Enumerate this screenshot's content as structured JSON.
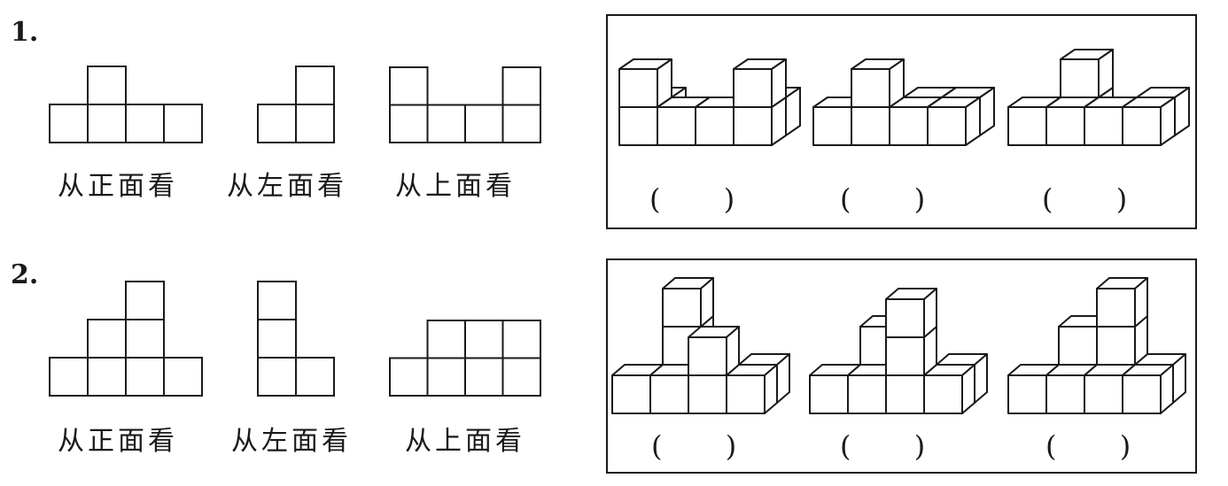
{
  "problems": [
    {
      "number": "1.",
      "captions": [
        "从正面看",
        "从左面看",
        "从上面看"
      ],
      "answer_blank": "(       )",
      "views": {
        "front": [
          [
            0,
            0
          ],
          [
            1,
            0
          ],
          [
            2,
            0
          ],
          [
            3,
            0
          ],
          [
            1,
            1
          ]
        ],
        "left": [
          [
            0,
            0
          ],
          [
            1,
            0
          ],
          [
            1,
            1
          ]
        ],
        "top": [
          [
            0,
            0
          ],
          [
            1,
            0
          ],
          [
            2,
            0
          ],
          [
            3,
            0
          ],
          [
            0,
            1
          ],
          [
            3,
            1
          ]
        ]
      },
      "options": [
        [
          [
            0,
            0,
            0
          ],
          [
            1,
            0,
            0
          ],
          [
            2,
            0,
            0
          ],
          [
            3,
            0,
            0
          ],
          [
            0,
            1,
            0
          ],
          [
            3,
            1,
            0
          ],
          [
            0,
            0,
            1
          ],
          [
            3,
            0,
            1
          ]
        ],
        [
          [
            0,
            0,
            0
          ],
          [
            1,
            0,
            0
          ],
          [
            2,
            0,
            0
          ],
          [
            3,
            0,
            0
          ],
          [
            1,
            0,
            1
          ],
          [
            2,
            1,
            0
          ],
          [
            3,
            1,
            0
          ]
        ],
        [
          [
            0,
            0,
            0
          ],
          [
            1,
            0,
            0
          ],
          [
            2,
            0,
            0
          ],
          [
            3,
            0,
            0
          ],
          [
            3,
            1,
            0
          ],
          [
            1,
            1,
            0
          ],
          [
            1,
            1,
            1
          ]
        ]
      ]
    },
    {
      "number": "2.",
      "captions": [
        "从正面看",
        "从左面看",
        "从上面看"
      ],
      "answer_blank": "(       )",
      "views": {
        "front": [
          [
            0,
            0
          ],
          [
            1,
            0
          ],
          [
            2,
            0
          ],
          [
            3,
            0
          ],
          [
            1,
            1
          ],
          [
            2,
            1
          ],
          [
            2,
            2
          ]
        ],
        "left": [
          [
            0,
            0
          ],
          [
            1,
            0
          ],
          [
            0,
            1
          ],
          [
            0,
            2
          ]
        ],
        "top": [
          [
            0,
            0
          ],
          [
            1,
            0
          ],
          [
            2,
            0
          ],
          [
            3,
            0
          ],
          [
            1,
            1
          ],
          [
            2,
            1
          ],
          [
            3,
            1
          ]
        ]
      },
      "options": [
        [
          [
            0,
            0,
            0
          ],
          [
            1,
            0,
            0
          ],
          [
            2,
            0,
            0
          ],
          [
            3,
            0,
            0
          ],
          [
            3,
            1,
            0
          ],
          [
            1,
            1,
            0
          ],
          [
            1,
            1,
            1
          ],
          [
            1,
            1,
            2
          ],
          [
            2,
            0,
            1
          ]
        ],
        [
          [
            0,
            0,
            0
          ],
          [
            1,
            0,
            0
          ],
          [
            2,
            0,
            0
          ],
          [
            3,
            0,
            0
          ],
          [
            3,
            1,
            0
          ],
          [
            1,
            1,
            0
          ],
          [
            1,
            1,
            1
          ],
          [
            2,
            0,
            1
          ],
          [
            2,
            0,
            2
          ]
        ],
        [
          [
            0,
            0,
            0
          ],
          [
            1,
            0,
            0
          ],
          [
            2,
            0,
            0
          ],
          [
            3,
            0,
            0
          ],
          [
            3,
            1,
            0
          ],
          [
            1,
            1,
            0
          ],
          [
            1,
            1,
            1
          ],
          [
            2,
            1,
            0
          ],
          [
            2,
            1,
            1
          ],
          [
            2,
            1,
            2
          ]
        ]
      ]
    }
  ]
}
